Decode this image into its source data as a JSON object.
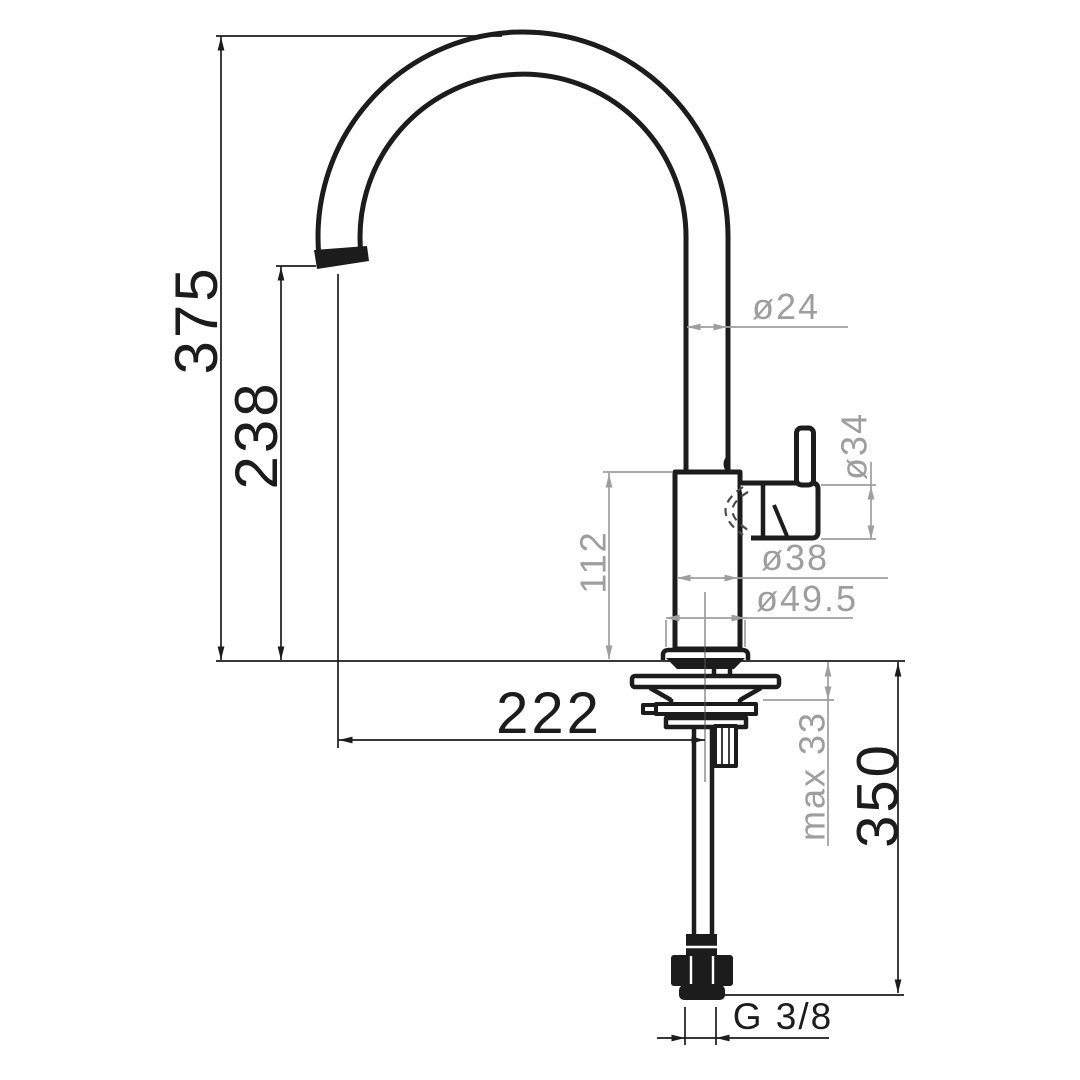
{
  "drawing": {
    "type": "technical-dimension-drawing",
    "subject": "single-lever kitchen mixer tap, side elevation with installation dimensions",
    "units": "mm",
    "labels": {
      "total_height": "375",
      "spout_outlet_height": "238",
      "spout_reach": "222",
      "body_height": "112",
      "spout_tube_diameter": "ø24",
      "handle_diameter": "ø34",
      "body_diameter": "ø38",
      "base_diameter": "ø49.5",
      "max_deck_thickness": "max 33",
      "hose_length": "350",
      "thread_size": "G 3/8"
    },
    "colors": {
      "primary_line": "#1c1c1c",
      "secondary_dimension": "#9e9e9e",
      "background": "#ffffff"
    }
  }
}
